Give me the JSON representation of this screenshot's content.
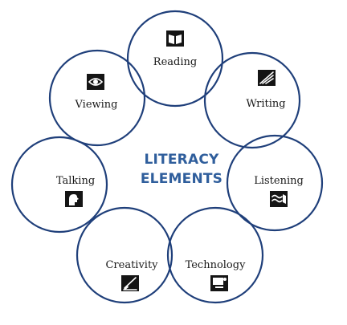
{
  "diagram": {
    "title_line1": "LITERACY",
    "title_line2": "ELEMENTS",
    "accent_color": "#2f5e9c",
    "ring_color": "#1f3f7a",
    "elements": [
      {
        "key": "reading",
        "label": "Reading",
        "icon": "open-book-icon"
      },
      {
        "key": "writing",
        "label": "Writing",
        "icon": "quill-paper-icon"
      },
      {
        "key": "listening",
        "label": "Listening",
        "icon": "ear-icon"
      },
      {
        "key": "technology",
        "label": "Technology",
        "icon": "computer-icon"
      },
      {
        "key": "creativity",
        "label": "Creativity",
        "icon": "paintbrush-icon"
      },
      {
        "key": "talking",
        "label": "Talking",
        "icon": "speaking-head-icon"
      },
      {
        "key": "viewing",
        "label": "Viewing",
        "icon": "eye-icon"
      }
    ]
  }
}
